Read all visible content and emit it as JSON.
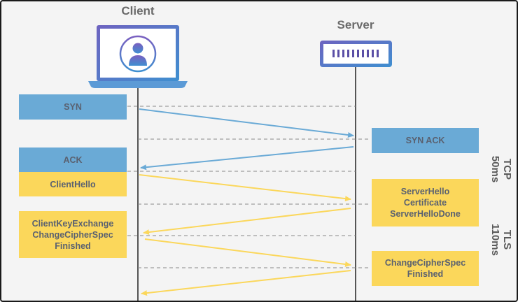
{
  "actors": {
    "client": "Client",
    "server": "Server"
  },
  "messages": {
    "syn": "SYN",
    "syn_ack": "SYN ACK",
    "ack": "ACK",
    "client_hello": "ClientHello",
    "server_hello": "ServerHello\nCertificate\nServerHelloDone",
    "client_key_exchange": "ClientKeyExchange\nChangeCipherSpec\nFinished",
    "server_finished": "ChangeCipherSpec\nFinished"
  },
  "phases": {
    "tcp": "TCP\n50ms",
    "tls": "TLS\n110ms"
  },
  "colors": {
    "tcp_blue": "#6aaad6",
    "tls_yellow": "#fbd75b",
    "laptop_purple": "#5b4fa6",
    "arrow_blue": "#6aaad6",
    "arrow_yellow": "#fbd75b"
  },
  "icons": {
    "client": "laptop-user-icon",
    "server": "server-rack-icon"
  }
}
